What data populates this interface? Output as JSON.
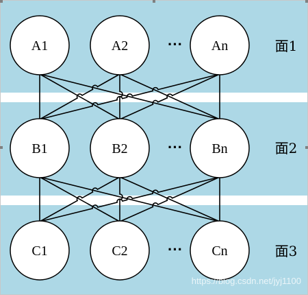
{
  "colors": {
    "band": "#add8e6",
    "node_fill": "#ffffff",
    "stroke": "#000000",
    "background": "#ffffff",
    "handle": "#808080"
  },
  "layers": [
    {
      "nodes": [
        "A1",
        "A2",
        "An"
      ],
      "ellipsis": "···",
      "plane_label": "面1"
    },
    {
      "nodes": [
        "B1",
        "B2",
        "Bn"
      ],
      "ellipsis": "···",
      "plane_label": "面2"
    },
    {
      "nodes": [
        "C1",
        "C2",
        "Cn"
      ],
      "ellipsis": "···",
      "plane_label": "面3"
    }
  ],
  "connections": "all-to-all between adjacent layers, crossing lines drawn with hop arcs",
  "watermark": "https://blog.csdn.net/jyj1100"
}
